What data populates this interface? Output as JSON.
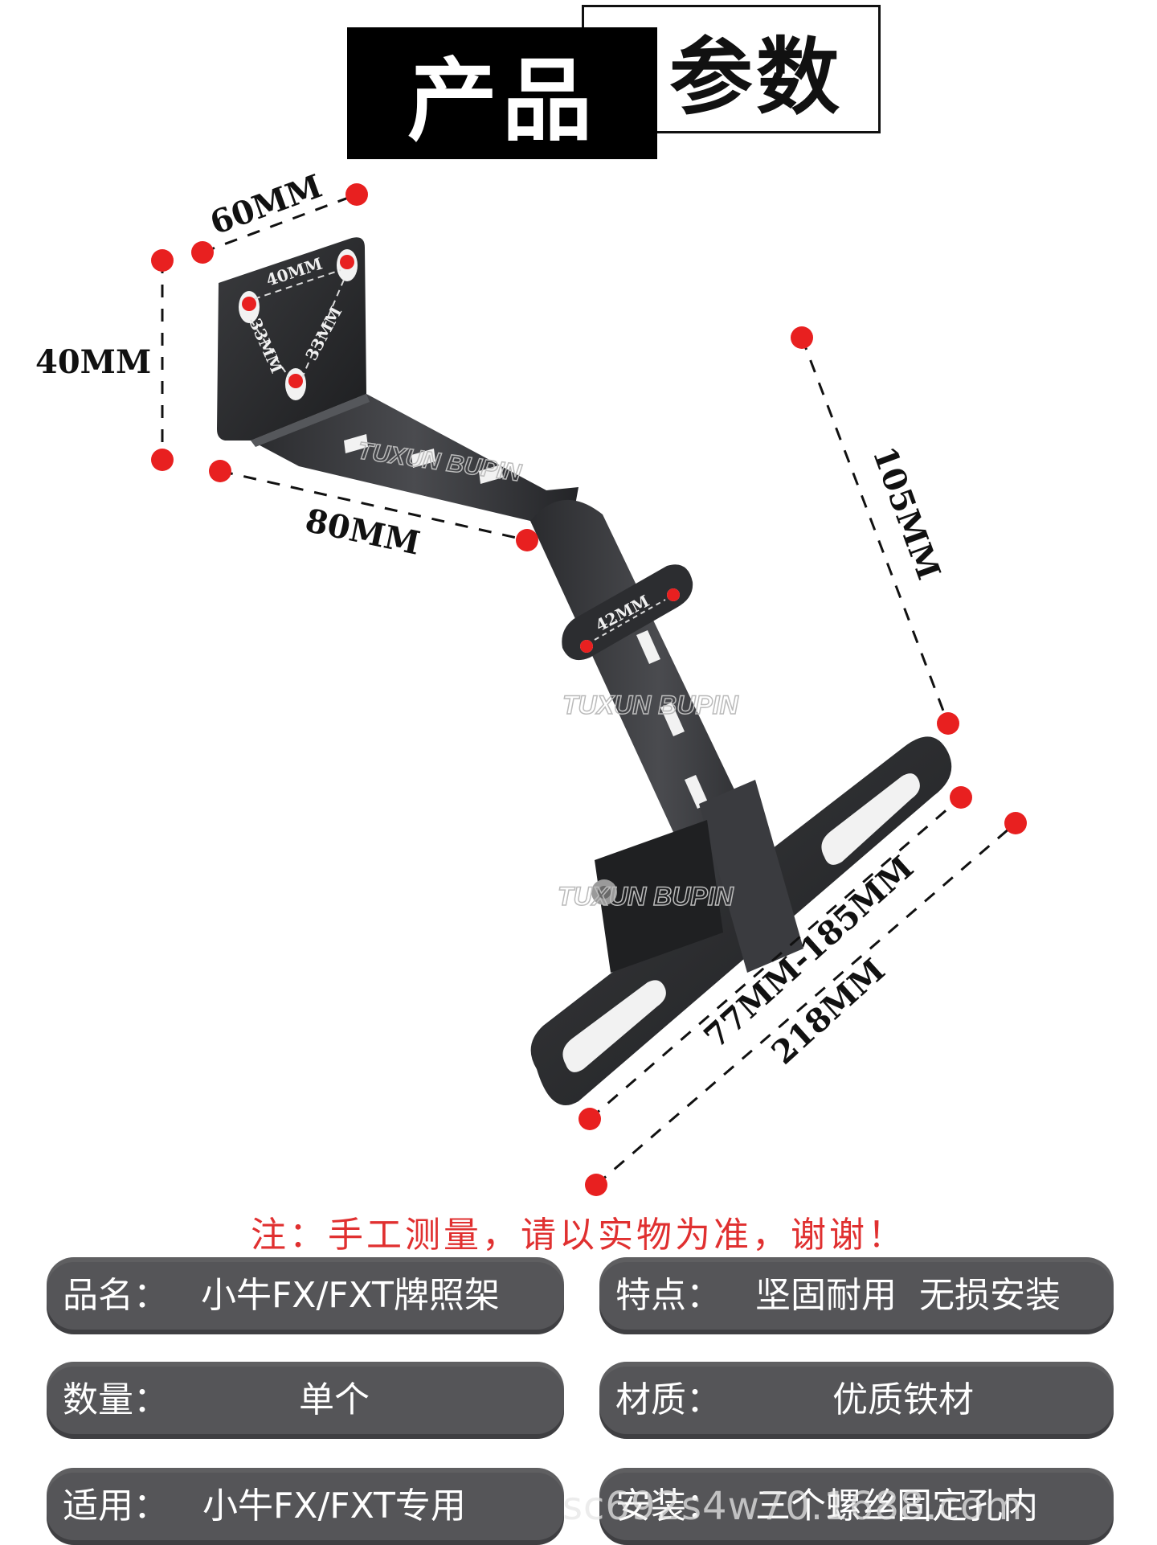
{
  "title": {
    "black": "产品",
    "white": "参数"
  },
  "dimensions": {
    "top_plate_width": "60MM",
    "top_plate_height": "40MM",
    "hole_spacing_top": "40MM",
    "hole_spacing_left": "33MM",
    "hole_spacing_right": "33MM",
    "arm_length": "80MM",
    "drop_height": "105MM",
    "mount_spacing": "42MM",
    "slot_range": "77MM-185MM",
    "total_width": "218MM"
  },
  "brand_text": [
    "TUXUN BUPIN",
    "TUXUN BUPIN",
    "TUXUN BUPIN"
  ],
  "note": "注：手工测量，请以实物为准，谢谢！",
  "specs": [
    {
      "label": "品名：",
      "value": "小牛FX/FXT牌照架"
    },
    {
      "label": "特点：",
      "value": "坚固耐用  无损安装"
    },
    {
      "label": "数量：",
      "value": "单个"
    },
    {
      "label": "材质：",
      "value": "优质铁材"
    },
    {
      "label": "适用：",
      "value": "小牛FX/FXT专用"
    },
    {
      "label": "安装：",
      "value": "三个螺丝固定孔内"
    }
  ],
  "watermark": "sc692s4w70.1688.com",
  "colors": {
    "accent_red": "#e82020",
    "pill_bg": "#555558",
    "note_red": "#e03030",
    "metal": "#2a2b2d"
  }
}
